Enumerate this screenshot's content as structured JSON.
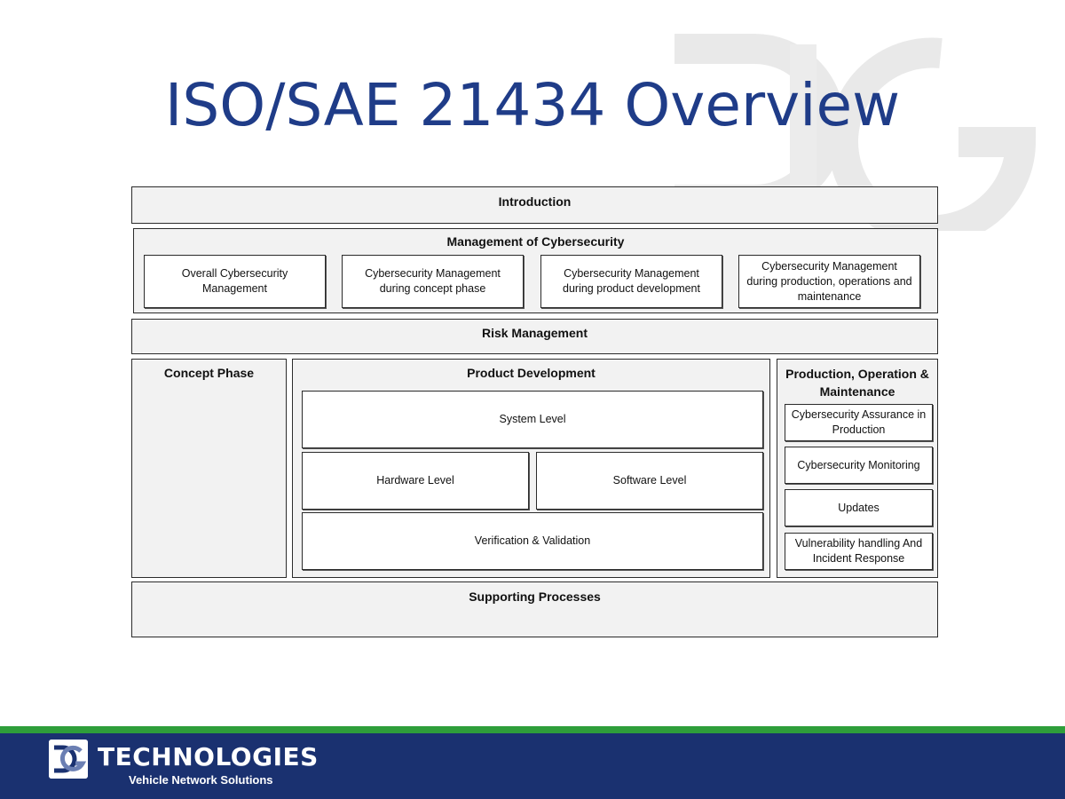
{
  "slide": {
    "title": "ISO/SAE 21434 Overview",
    "colors": {
      "title": "#1f3c88",
      "footer": "#1a3170",
      "footer_stripe": "#2e9e3a",
      "box_fill": "#f2f2f2"
    }
  },
  "diagram": {
    "introduction": "Introduction",
    "management": {
      "title": "Management of Cybersecurity",
      "items": [
        "Overall Cybersecurity Management",
        "Cybersecurity Management during concept phase",
        "Cybersecurity Management during product development",
        "Cybersecurity Management during production, operations and maintenance"
      ]
    },
    "risk": "Risk Management",
    "concept": "Concept Phase",
    "product_dev": {
      "title": "Product Development",
      "system": "System Level",
      "hardware": "Hardware Level",
      "software": "Software Level",
      "vv": "Verification & Validation"
    },
    "production": {
      "title": "Production, Operation & Maintenance",
      "items": [
        "Cybersecurity Assurance in Production",
        "Cybersecurity Monitoring",
        "Updates",
        "Vulnerability handling And Incident Response"
      ]
    },
    "supporting": "Supporting Processes"
  },
  "footer": {
    "logo_icon": "dg-logo-icon",
    "company": "TECHNOLOGIES",
    "tagline": "Vehicle Network Solutions"
  }
}
